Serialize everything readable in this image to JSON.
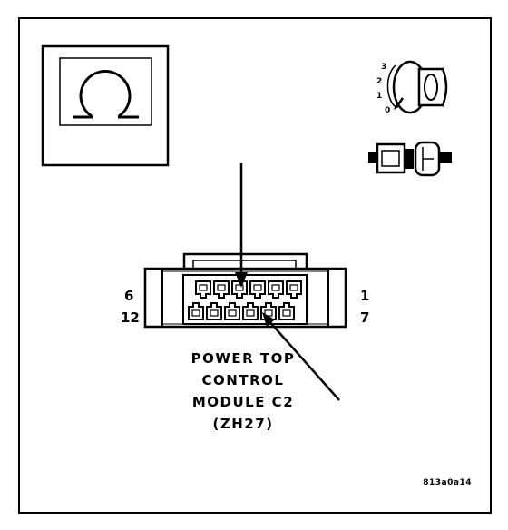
{
  "connector": {
    "pin_labels": {
      "top_left": "6",
      "top_right": "1",
      "bottom_left": "12",
      "bottom_right": "7"
    },
    "title_lines": [
      "POWER TOP",
      "CONTROL",
      "MODULE C2",
      "(ZH27)"
    ]
  },
  "ignition_key": {
    "positions": [
      "3",
      "2",
      "1",
      "0"
    ]
  },
  "figure_id": "813a0a14",
  "icons": {
    "view": "multimeter-ohm-icon",
    "key": "ignition-key-icon",
    "connector": "disconnected-connector-icon"
  }
}
